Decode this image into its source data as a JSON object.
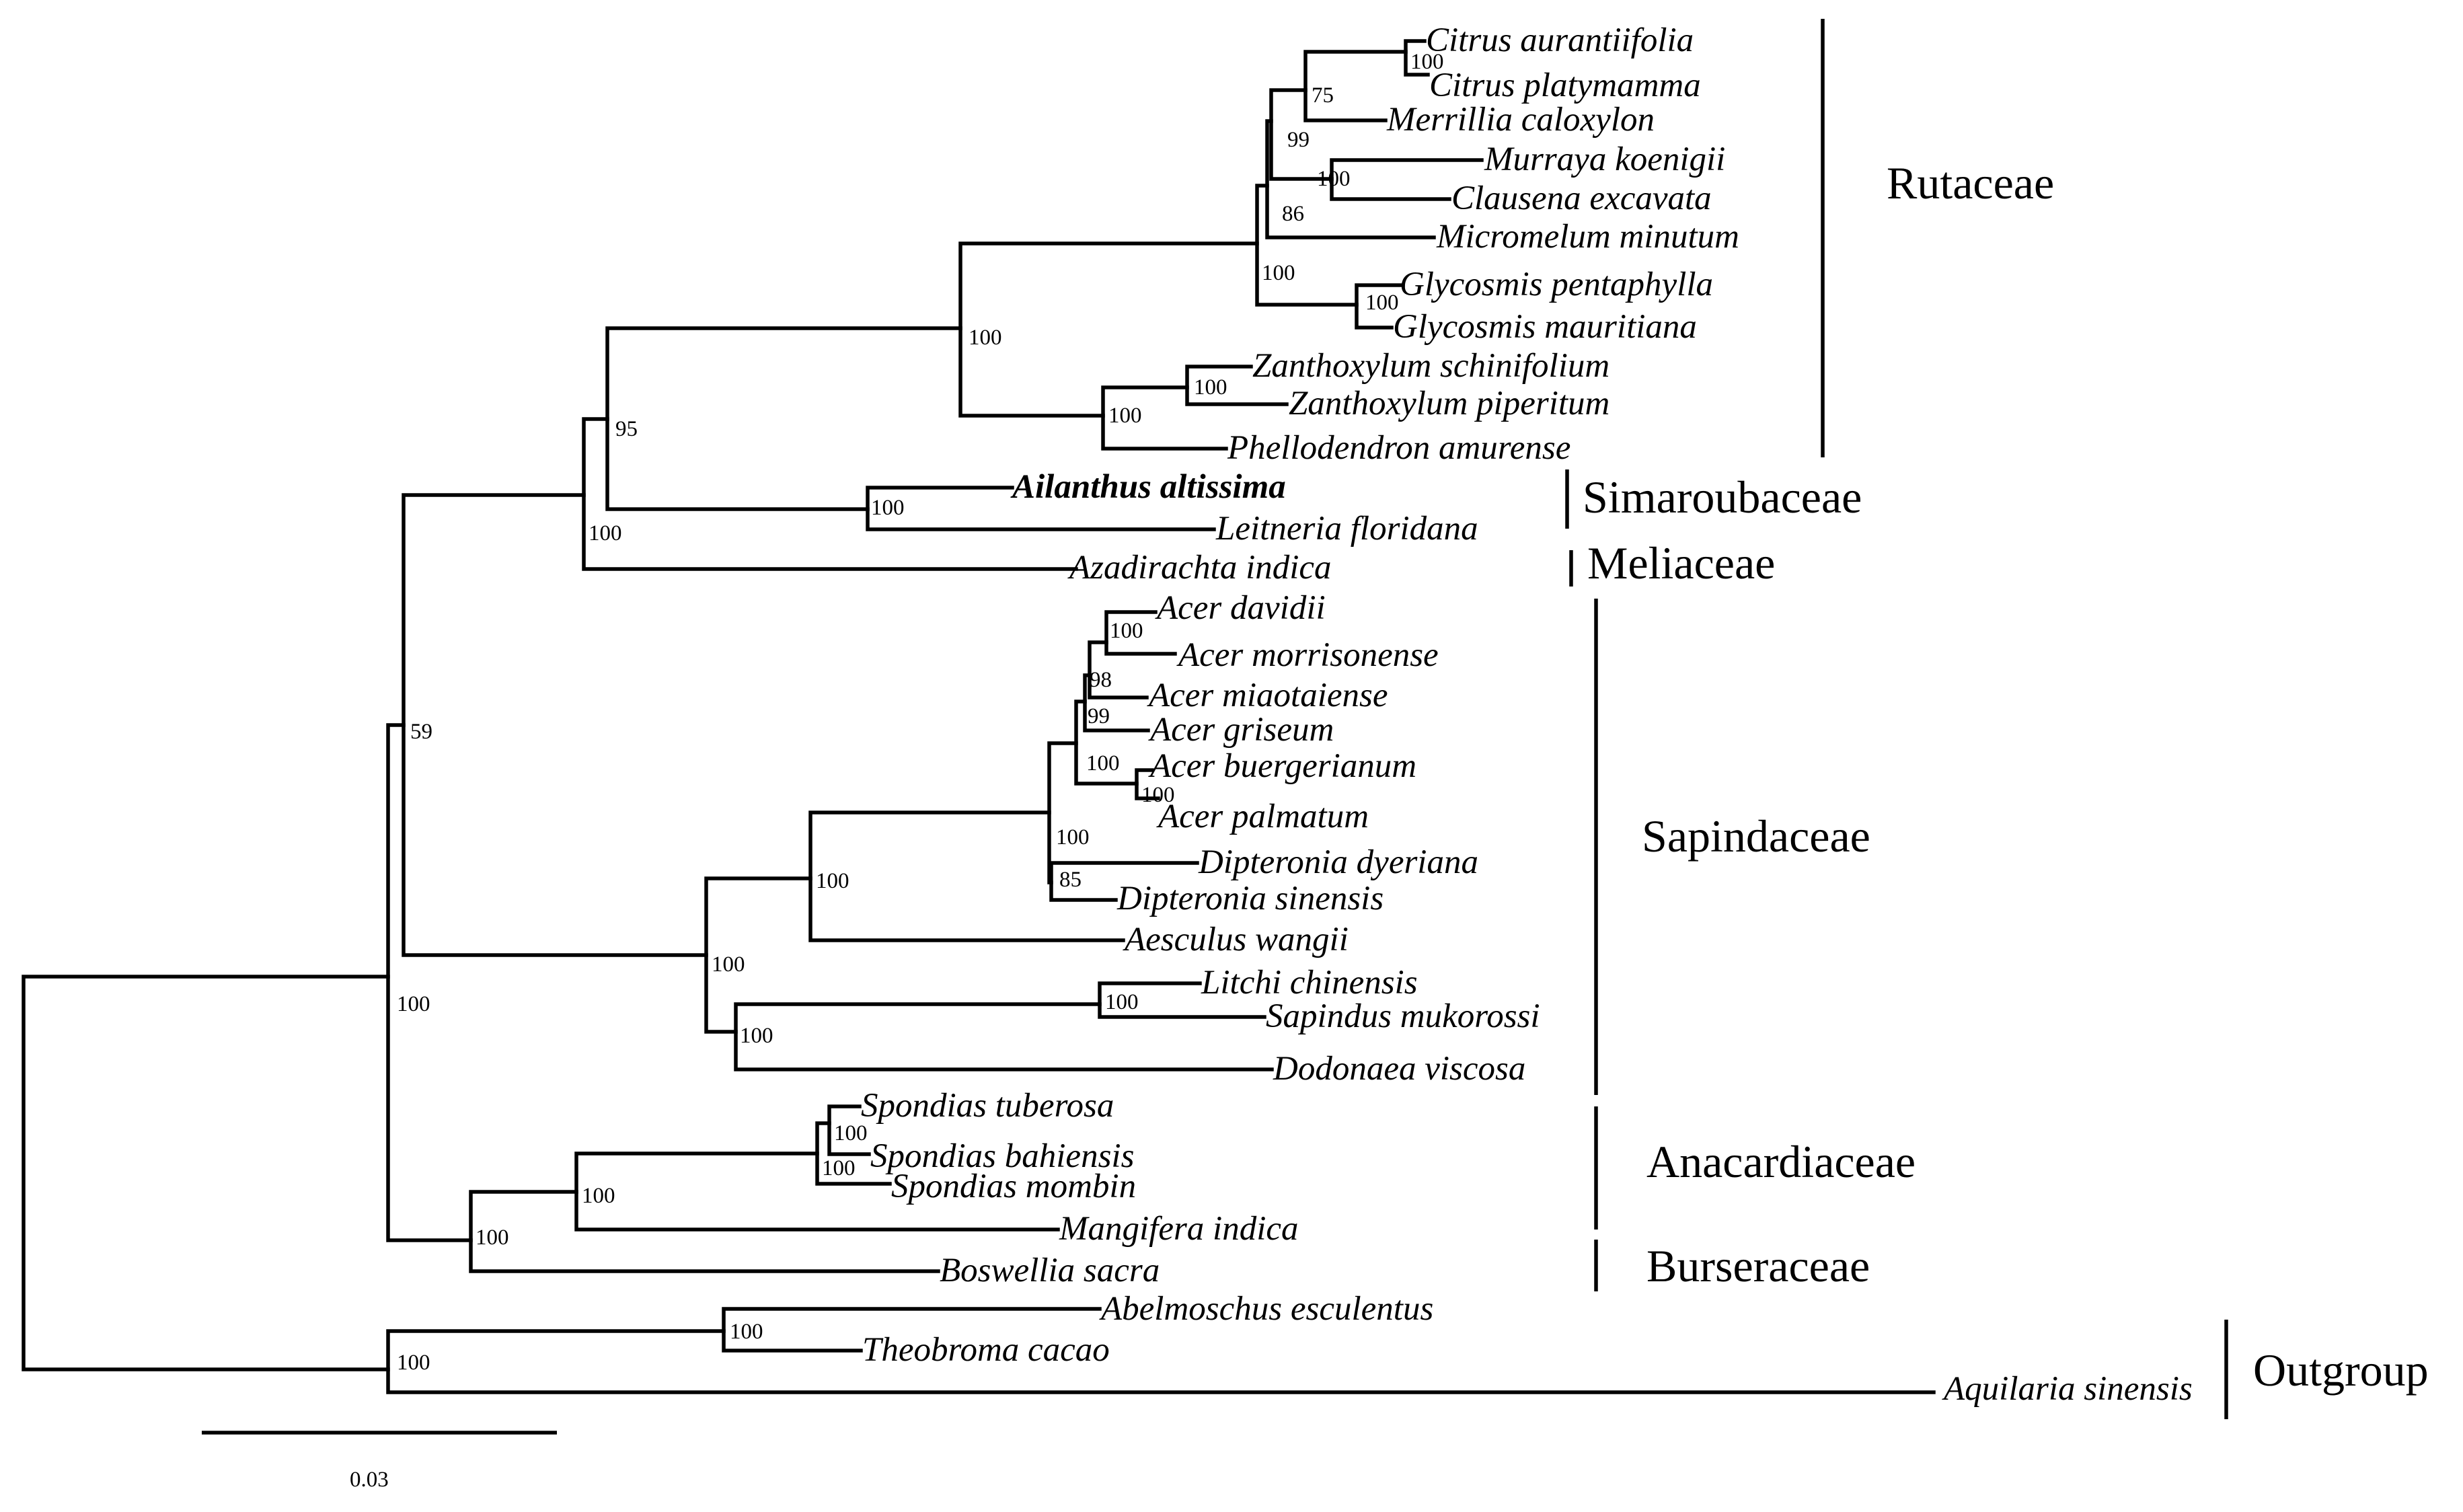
{
  "taxa": [
    "Citrus aurantiifolia",
    "Citrus platymamma",
    "Merrillia caloxylon",
    "Murraya koenigii",
    "Clausena excavata",
    "Micromelum minutum",
    "Glycosmis pentaphylla",
    "Glycosmis mauritiana",
    "Zanthoxylum schinifolium",
    "Zanthoxylum piperitum",
    "Phellodendron amurense",
    "Ailanthus altissima",
    "Leitneria floridana",
    "Azadirachta indica",
    "Acer davidii",
    "Acer morrisonense",
    "Acer miaotaiense",
    "Acer griseum",
    "Acer buergerianum",
    "Acer palmatum",
    "Dipteronia dyeriana",
    "Dipteronia sinensis",
    "Aesculus wangii",
    "Litchi chinensis",
    "Sapindus mukorossi",
    "Dodonaea viscosa",
    "Spondias tuberosa",
    "Spondias bahiensis",
    "Spondias mombin",
    "Mangifera indica",
    "Boswellia sacra",
    "Abelmoschus esculentus",
    "Theobroma cacao",
    "Aquilaria sinensis"
  ],
  "highlighted_taxon": "Ailanthus altissima",
  "support_values": [
    "100",
    "75",
    "99",
    "100",
    "86",
    "100",
    "100",
    "100",
    "100",
    "100",
    "95",
    "100",
    "100",
    "100",
    "98",
    "99",
    "100",
    "100",
    "100",
    "85",
    "100",
    "100",
    "100",
    "100",
    "100",
    "100",
    "100",
    "100",
    "59",
    "100",
    "100"
  ],
  "families": [
    "Rutaceae",
    "Simaroubaceae",
    "Meliaceae",
    "Sapindaceae",
    "Anacardiaceae",
    "Burseraceae",
    "Outgroup"
  ],
  "scale_bar_label": "0.03"
}
